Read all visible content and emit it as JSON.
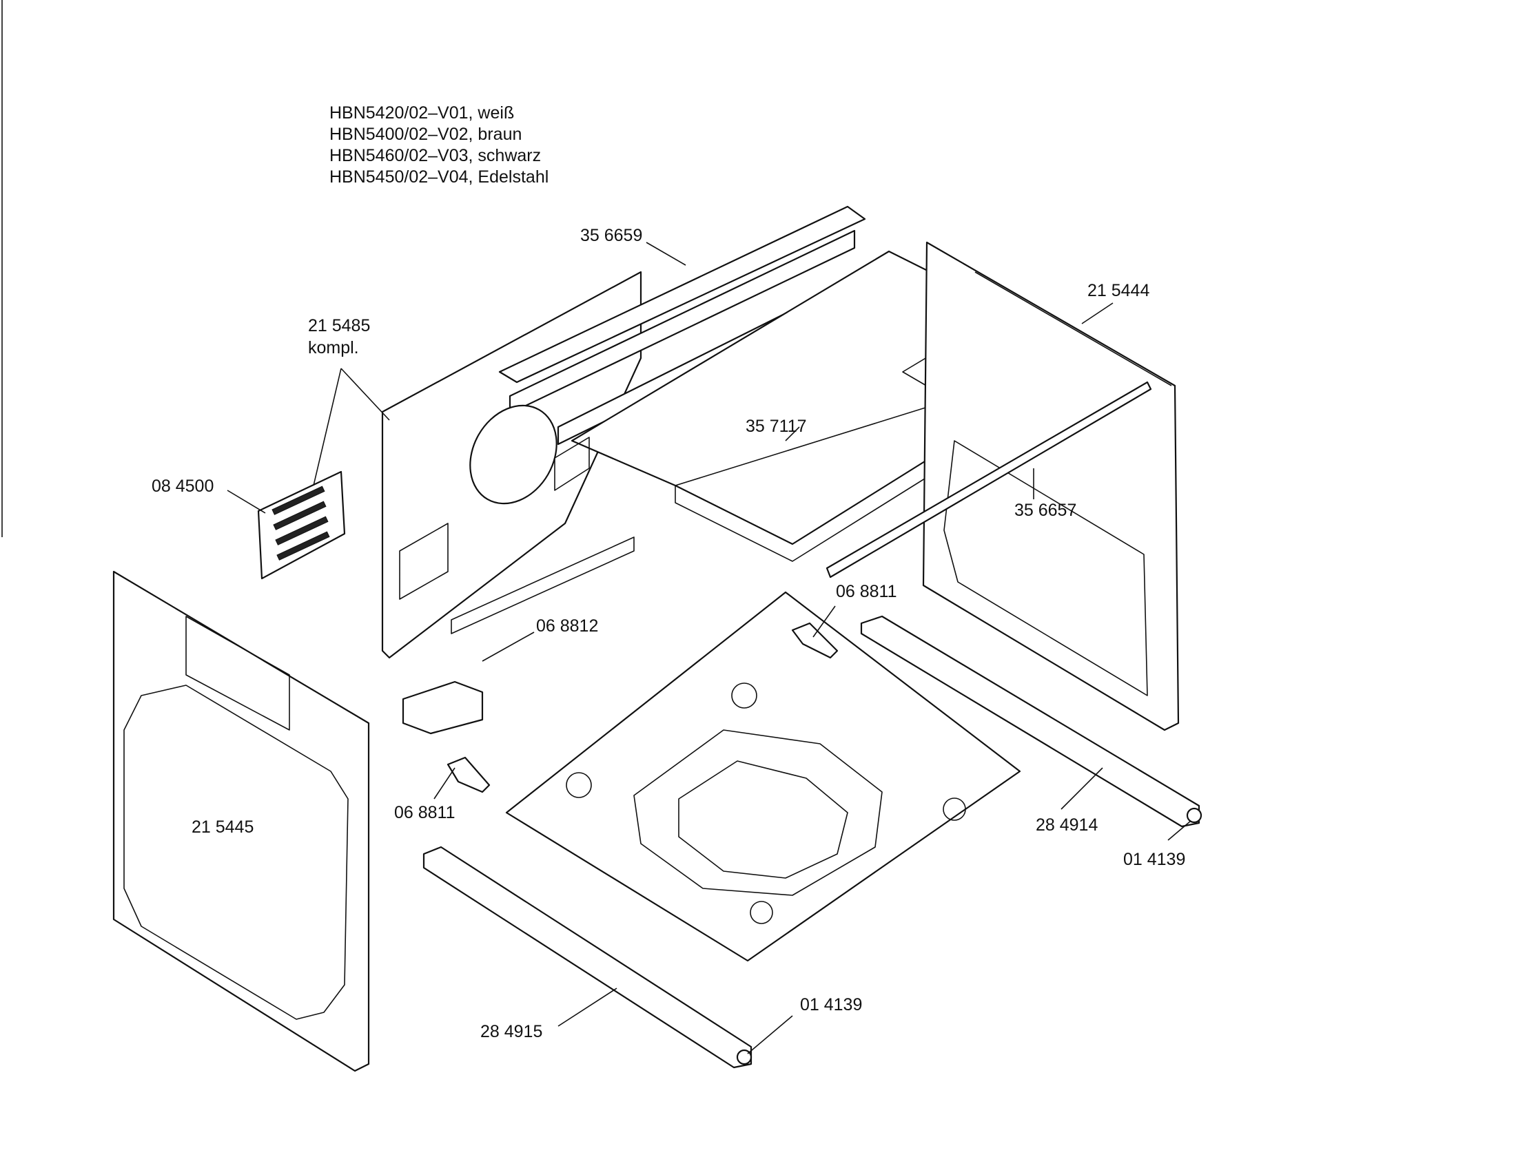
{
  "models": [
    "HBN5420/02–V01, weiß",
    "HBN5400/02–V02, braun",
    "HBN5460/02–V03, schwarz",
    "HBN5450/02–V04, Edelstahl"
  ],
  "labels": {
    "p356659": "35 6659",
    "p215444": "21 5444",
    "p215485": "21 5485",
    "p215485_sub": "kompl.",
    "p357117": "35  7117",
    "p084500": "08 4500",
    "p356657": "35 6657",
    "p068811_r": "06 8811",
    "p068812": "06 8812",
    "p068811_l": "06 8811",
    "p215445": "21 5445",
    "p284914": "28 4914",
    "p014139_r": "01 4139",
    "p284915": "28 4915",
    "p014139_l": "01 4139"
  }
}
